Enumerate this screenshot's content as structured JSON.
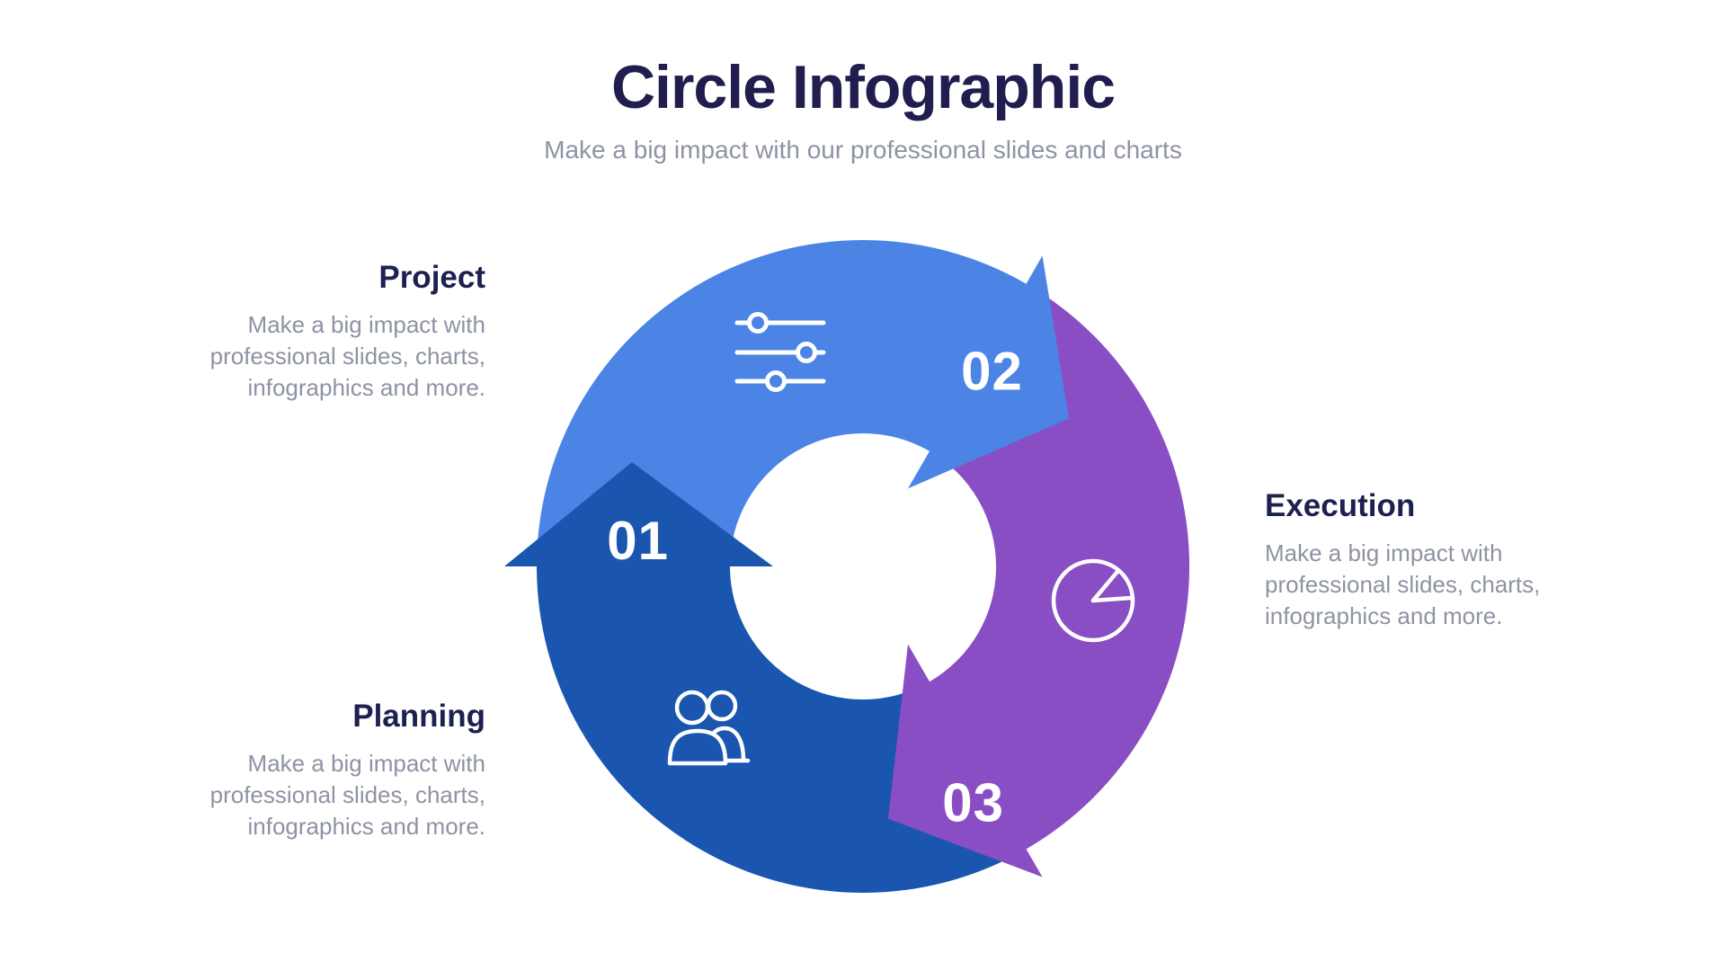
{
  "header": {
    "title": "Circle Infographic",
    "subtitle": "Make a big impact with our professional slides and charts"
  },
  "callouts": [
    {
      "heading": "Project",
      "lines": [
        "Make a big impact with",
        "professional slides, charts,",
        "infographics and more."
      ]
    },
    {
      "heading": "Execution",
      "lines": [
        "Make a big impact with",
        "professional slides, charts,",
        "infographics and more."
      ]
    },
    {
      "heading": "Planning",
      "lines": [
        "Make a big impact with",
        "professional slides, charts,",
        "infographics and more."
      ]
    }
  ],
  "diagram": {
    "segments": [
      {
        "number": "01",
        "color": "#1a56b0",
        "icon": "people-icon"
      },
      {
        "number": "02",
        "color": "#4c84e6",
        "icon": "sliders-icon"
      },
      {
        "number": "03",
        "color": "#8a4ec4",
        "icon": "pie-chart-icon"
      }
    ],
    "number_color": "#ffffff",
    "icon_stroke": "#ffffff"
  },
  "colors": {
    "title": "#201d4f",
    "heading": "#1d2150",
    "body_text": "#8e93a4",
    "background": "#ffffff"
  }
}
